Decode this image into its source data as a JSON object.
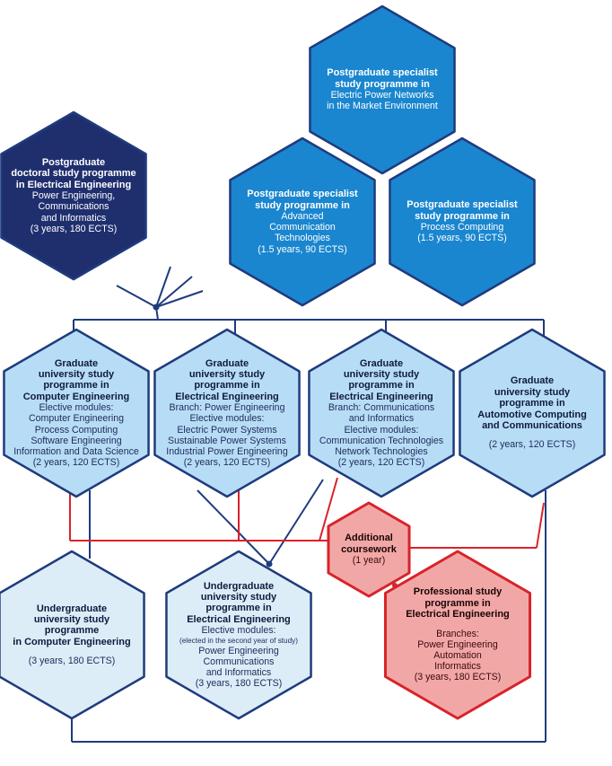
{
  "nodes": {
    "specialist_power_networks": {
      "title": [
        "Postgraduate specialist",
        "study programme in"
      ],
      "lines": [
        "Electric Power Networks",
        "in the Market Environment"
      ]
    },
    "doctoral": {
      "title": [
        "Postgraduate",
        "doctoral study programme",
        "in Electrical Engineering"
      ],
      "lines": [
        "Power Engineering,",
        "Communications",
        "and Informatics",
        "(3 years, 180 ECTS)"
      ]
    },
    "specialist_communication": {
      "title": [
        "Postgraduate specialist",
        "study programme in"
      ],
      "lines": [
        "Advanced",
        "Communication",
        "Technologies",
        "(1.5 years, 90 ECTS)"
      ]
    },
    "specialist_process": {
      "title": [
        "Postgraduate specialist",
        "study programme in"
      ],
      "lines": [
        "Process Computing",
        "(1.5 years, 90 ECTS)"
      ]
    },
    "grad_computer": {
      "title": [
        "Graduate",
        "university study",
        "programme in",
        "Computer Engineering"
      ],
      "lines": [
        "Elective modules:",
        "Computer Engineering",
        "Process Computing",
        "Software Engineering",
        "Information and Data Science",
        "(2 years, 120 ECTS)"
      ]
    },
    "grad_ee_power": {
      "title": [
        "Graduate",
        "university study",
        "programme in",
        "Electrical Engineering"
      ],
      "lines": [
        "Branch: Power Engineering",
        "Elective modules:",
        "Electric Power Systems",
        "Sustainable Power Systems",
        "Industrial Power Engineering",
        "(2 years, 120 ECTS)"
      ]
    },
    "grad_ee_comm": {
      "title": [
        "Graduate",
        "university study",
        "programme in",
        "Electrical Engineering"
      ],
      "lines": [
        "Branch: Communications",
        "and Informatics",
        "Elective modules:",
        "Communication Technologies",
        "Network Technologies",
        "(2 years, 120 ECTS)"
      ]
    },
    "grad_automotive": {
      "title": [
        "Graduate",
        "university study",
        "programme in",
        "Automotive Computing",
        "and Communications"
      ],
      "lines": [
        "(2 years, 120 ECTS)"
      ]
    },
    "additional": {
      "title": [
        "Additional",
        "coursework"
      ],
      "lines": [
        "(1 year)"
      ]
    },
    "undergrad_computer": {
      "title": [
        "Undergraduate",
        "university study",
        "programme",
        "in Computer Engineering"
      ],
      "lines": [
        "(3 years, 180 ECTS)"
      ]
    },
    "undergrad_ee": {
      "title": [
        "Undergraduate",
        "university study",
        "programme in",
        "Electrical Engineering"
      ],
      "lines": [
        "Elective modules:",
        "(elected in the second year of study)",
        "Power Engineering",
        "Communications",
        "and Informatics",
        "(3 years, 180 ECTS)"
      ]
    },
    "professional": {
      "title": [
        "Professional study",
        "programme in",
        "Electrical Engineering"
      ],
      "lines": [
        "Branches:",
        "Power Engineering",
        "Automation",
        "Informatics",
        "(3 years, 180 ECTS)"
      ]
    }
  },
  "colors": {
    "dark_navy": "#1f2f6e",
    "mid_blue": "#1a86cf",
    "light_blue": "#b7ddf6",
    "pale_blue": "#dcedf8",
    "light_red": "#f2a7a7",
    "outline_blue": "#1f3b7d",
    "outline_red": "#d8232a",
    "connector_blue": "#1f3b7d",
    "connector_red": "#d8232a"
  }
}
